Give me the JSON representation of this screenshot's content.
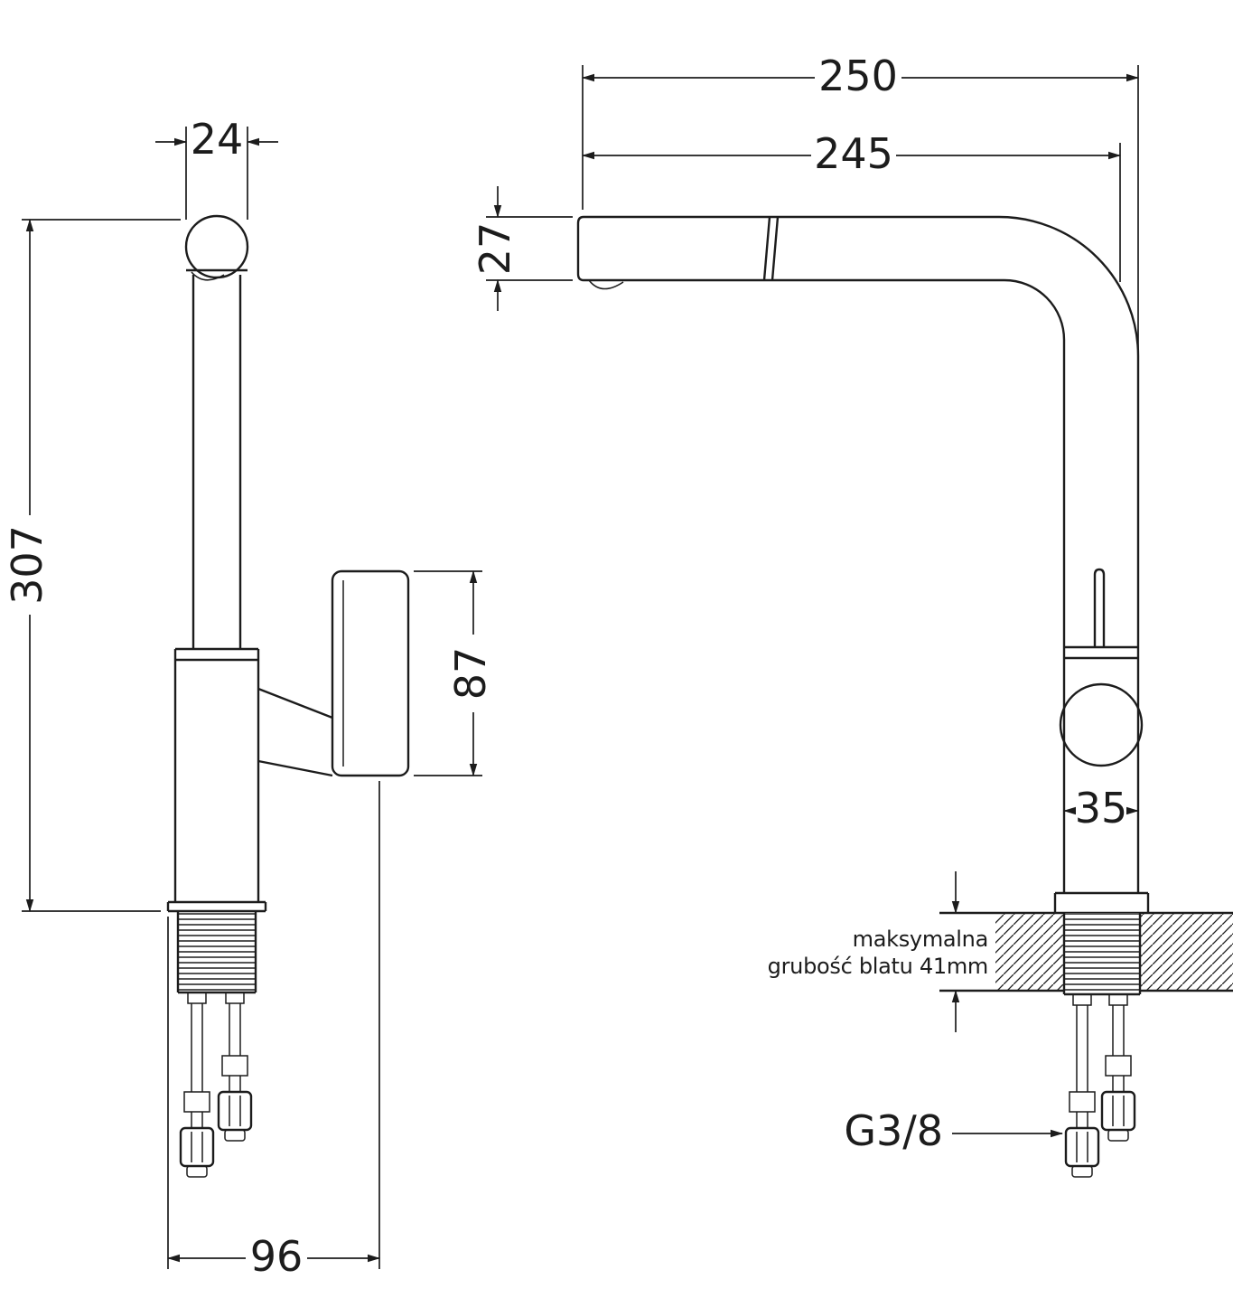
{
  "dims": {
    "d24": "24",
    "d307": "307",
    "d87": "87",
    "d96": "96",
    "d250": "250",
    "d245": "245",
    "d27": "27",
    "d35": "35",
    "g38": "G3/8"
  },
  "notes": {
    "line1": "maksymalna",
    "line2": "grubość blatu 41mm"
  },
  "colors": {
    "line": "#1c1c1c",
    "background": "#ffffff"
  }
}
